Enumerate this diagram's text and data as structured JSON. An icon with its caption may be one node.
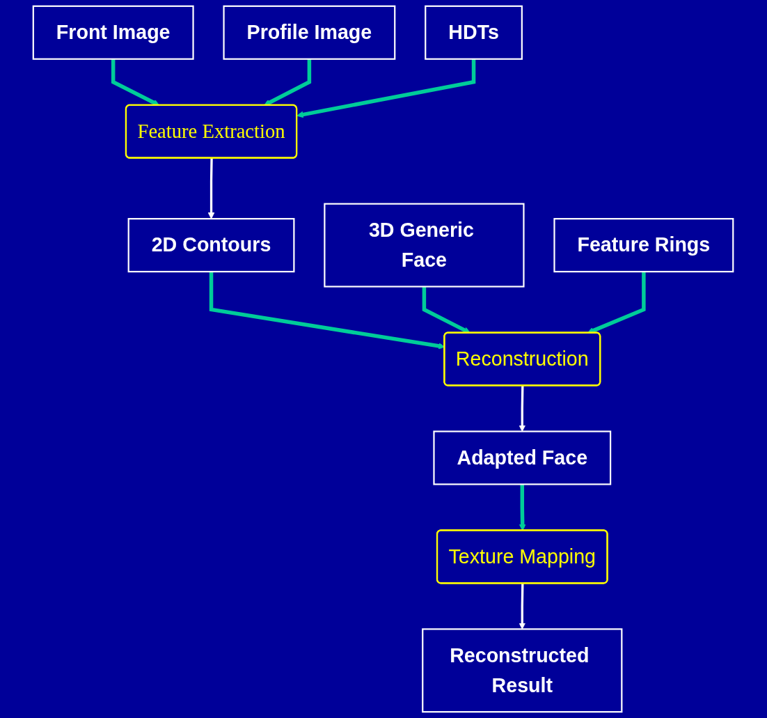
{
  "diagram": {
    "nodes": [
      {
        "text": [
          "Front Image"
        ]
      },
      {
        "text": [
          "Profile Image"
        ]
      },
      {
        "text": [
          "HDTs"
        ]
      },
      {
        "text": [
          "Feature Extraction"
        ]
      },
      {
        "text": [
          "2D Contours"
        ]
      },
      {
        "text": [
          "3D Generic Face"
        ]
      },
      {
        "text": [
          "Feature Rings"
        ]
      },
      {
        "text": [
          "Reconstruction"
        ]
      },
      {
        "text": [
          "Adapted Face"
        ]
      },
      {
        "text": [
          "Texture Mapping"
        ]
      },
      {
        "text": [
          "Reconstructed Result"
        ]
      }
    ],
    "edges": [
      {
        "from": 0,
        "to": 3,
        "arrow": "to"
      },
      {
        "from": 1,
        "to": 3,
        "arrow": "to"
      },
      {
        "from": 2,
        "to": 3,
        "arrow": "to"
      },
      {
        "from": 3,
        "to": 4,
        "arrow": "to",
        "color": "#ffffff"
      },
      {
        "from": 4,
        "to": 7,
        "arrow": "to"
      },
      {
        "from": 5,
        "to": 7,
        "arrow": "to"
      },
      {
        "from": 6,
        "to": 7,
        "arrow": "to"
      },
      {
        "from": 7,
        "to": 8,
        "arrow": "to",
        "color": "#ffffff"
      },
      {
        "from": 8,
        "to": 9,
        "arrow": "to"
      },
      {
        "from": 9,
        "to": 10,
        "arrow": "to",
        "color": "#ffffff"
      }
    ]
  }
}
